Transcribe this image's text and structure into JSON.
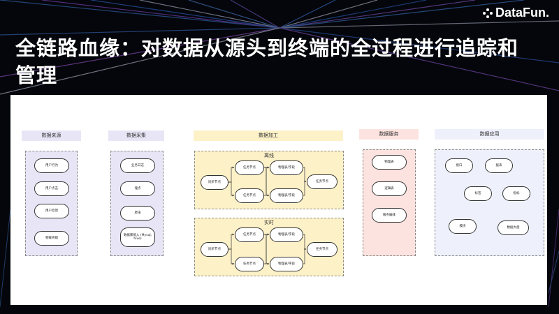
{
  "title": "全链路血缘：对数据从源头到终端的全过程进行追踪和管理",
  "logo": "DataFun.",
  "colors": {
    "source": "#e8e6f6",
    "collect": "#e8e6f6",
    "process": "#fdf1c8",
    "service": "#fde3e0",
    "apply": "#eef1fb"
  },
  "columns": {
    "source": {
      "header": "数据来源",
      "items": [
        "用户行为",
        "用户点击",
        "用户反馈",
        "物联终端"
      ]
    },
    "collect": {
      "header": "数据采集",
      "items": [
        "业务日志",
        "埋点",
        "爬虫",
        "数据库接入 (Mysql, hive)"
      ]
    },
    "process": {
      "header": "数据加工",
      "offline": {
        "label": "离线",
        "sync": "同步节点",
        "tasks": [
          "任务节点",
          "任务节点"
        ],
        "outputs": [
          "物理表/字段",
          "物理表/字段"
        ],
        "final": "任务节点"
      },
      "realtime": {
        "label": "实时",
        "sync": "同步节点",
        "tasks": [
          "任务节点",
          "任务节点"
        ],
        "outputs": [
          "物理表/字段",
          "物理表/字段"
        ],
        "final": "任务节点"
      }
    },
    "service": {
      "header": "数据服务",
      "items": [
        "物理表",
        "逻辑表",
        "服务编排"
      ]
    },
    "apply": {
      "header": "数据应用",
      "items": [
        "接口",
        "报表",
        "标签",
        "指标",
        "模块",
        "数据大盘"
      ]
    }
  }
}
